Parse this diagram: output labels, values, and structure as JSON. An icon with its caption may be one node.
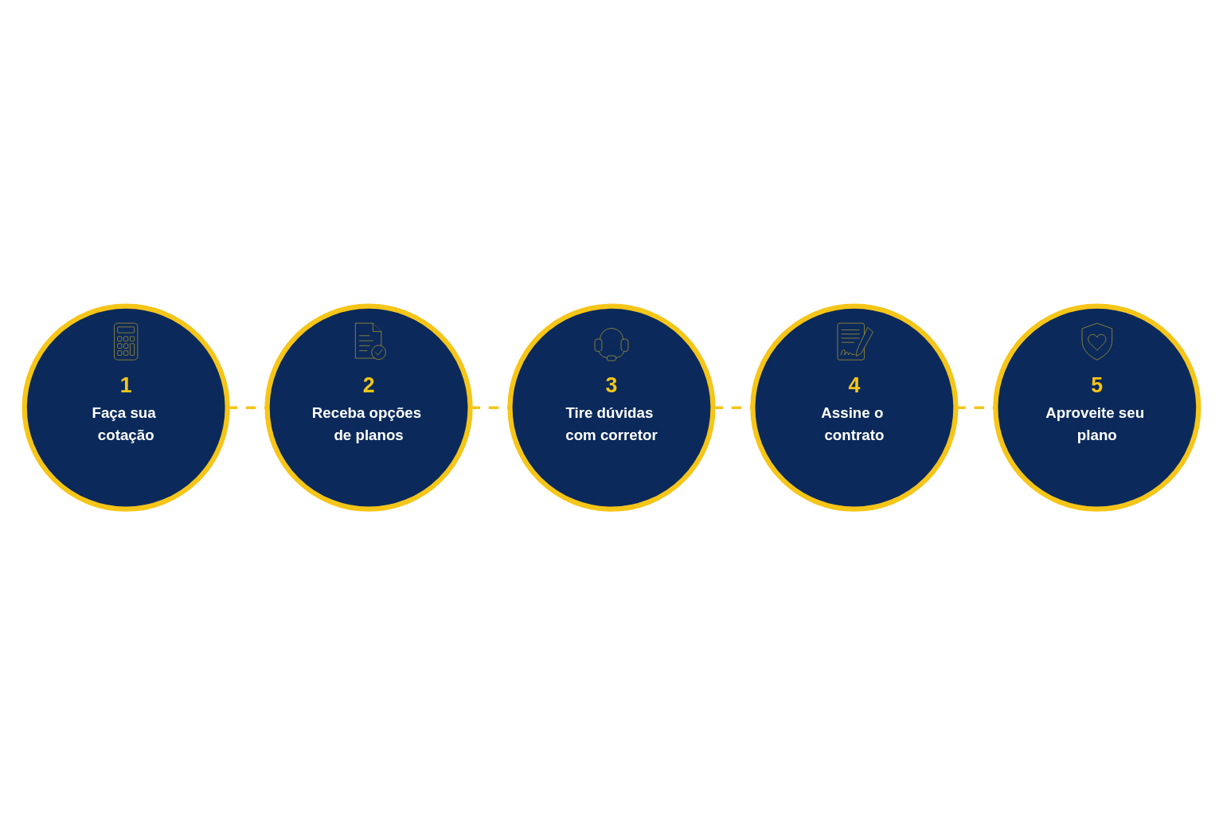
{
  "diagram": {
    "nodes": [
      {
        "text": [
          "1",
          "Faça sua cotação"
        ]
      },
      {
        "text": [
          "2",
          "Receba opções de planos"
        ]
      },
      {
        "text": [
          "3",
          "Tire dúvidas com corretor"
        ]
      },
      {
        "text": [
          "4",
          "Assine o contrato"
        ]
      },
      {
        "text": [
          "5",
          "Aproveite seu plano"
        ]
      }
    ],
    "edges": [
      {
        "from": 0,
        "to": 1,
        "arrow": "none",
        "style": "dashed"
      },
      {
        "from": 1,
        "to": 2,
        "arrow": "none",
        "style": "dashed"
      },
      {
        "from": 2,
        "to": 3,
        "arrow": "none",
        "style": "dashed"
      },
      {
        "from": 3,
        "to": 4,
        "arrow": "none",
        "style": "dashed"
      }
    ]
  }
}
